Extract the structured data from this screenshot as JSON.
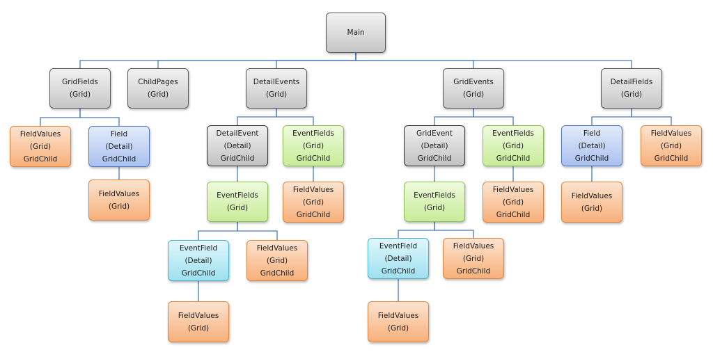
{
  "nodes": {
    "main": {
      "lines": [
        "Main"
      ],
      "style": "gray"
    },
    "gridfields": {
      "lines": [
        "GridFields",
        "(Grid)"
      ],
      "style": "gray"
    },
    "childpages": {
      "lines": [
        "ChildPages",
        "(Grid)"
      ],
      "style": "gray"
    },
    "detailevents": {
      "lines": [
        "DetailEvents",
        "(Grid)"
      ],
      "style": "gray"
    },
    "gridevents": {
      "lines": [
        "GridEvents",
        "(Grid)"
      ],
      "style": "gray"
    },
    "detailfields": {
      "lines": [
        "DetailFields",
        "(Grid)"
      ],
      "style": "gray"
    },
    "gf_fieldvalues": {
      "lines": [
        "FieldValues",
        "(Grid)",
        "GridChild"
      ],
      "style": "orange"
    },
    "gf_field": {
      "lines": [
        "Field",
        "(Detail)",
        "GridChild"
      ],
      "style": "blue"
    },
    "gf_field_fv": {
      "lines": [
        "FieldValues",
        "(Grid)"
      ],
      "style": "orange"
    },
    "de_detailevent": {
      "lines": [
        "DetailEvent",
        "(Detail)",
        "GridChild"
      ],
      "style": "dgray"
    },
    "de_eventfields": {
      "lines": [
        "EventFields",
        "(Grid)",
        "GridChild"
      ],
      "style": "green"
    },
    "de_ev_eventfields": {
      "lines": [
        "EventFields",
        "(Grid)"
      ],
      "style": "green"
    },
    "de_ef_fieldvalues": {
      "lines": [
        "FieldValues",
        "(Grid)",
        "GridChild"
      ],
      "style": "orange"
    },
    "de_eventfield": {
      "lines": [
        "EventField",
        "(Detail)",
        "GridChild"
      ],
      "style": "cyan"
    },
    "de_efs_fv": {
      "lines": [
        "FieldValues",
        "(Grid)",
        "GridChild"
      ],
      "style": "orange"
    },
    "de_efd_fv": {
      "lines": [
        "FieldValues",
        "(Grid)"
      ],
      "style": "orange"
    },
    "ge_gridevent": {
      "lines": [
        "GridEvent",
        "(Detail)",
        "GridChild"
      ],
      "style": "dgray"
    },
    "ge_eventfields": {
      "lines": [
        "EventFields",
        "(Grid)",
        "GridChild"
      ],
      "style": "green"
    },
    "ge_ev_eventfields": {
      "lines": [
        "EventFields",
        "(Grid)"
      ],
      "style": "green"
    },
    "ge_ef_fieldvalues": {
      "lines": [
        "FieldValues",
        "(Grid)",
        "GridChild"
      ],
      "style": "orange"
    },
    "ge_eventfield": {
      "lines": [
        "EventField",
        "(Detail)",
        "GridChild"
      ],
      "style": "cyan"
    },
    "ge_efs_fv": {
      "lines": [
        "FieldValues",
        "(Grid)",
        "GridChild"
      ],
      "style": "orange"
    },
    "ge_efd_fv": {
      "lines": [
        "FieldValues",
        "(Grid)"
      ],
      "style": "orange"
    },
    "df_field": {
      "lines": [
        "Field",
        "(Detail)",
        "GridChild"
      ],
      "style": "blue"
    },
    "df_fieldvalues": {
      "lines": [
        "FieldValues",
        "(Grid)",
        "GridChild"
      ],
      "style": "orange"
    },
    "df_field_fv": {
      "lines": [
        "FieldValues",
        "(Grid)"
      ],
      "style": "orange"
    }
  },
  "edges": [
    [
      "main",
      "gridfields"
    ],
    [
      "main",
      "childpages"
    ],
    [
      "main",
      "detailevents"
    ],
    [
      "main",
      "gridevents"
    ],
    [
      "main",
      "detailfields"
    ],
    [
      "gridfields",
      "gf_fieldvalues"
    ],
    [
      "gridfields",
      "gf_field"
    ],
    [
      "gf_field",
      "gf_field_fv"
    ],
    [
      "detailevents",
      "de_detailevent"
    ],
    [
      "detailevents",
      "de_eventfields"
    ],
    [
      "de_detailevent",
      "de_ev_eventfields"
    ],
    [
      "de_eventfields",
      "de_ef_fieldvalues"
    ],
    [
      "de_ev_eventfields",
      "de_eventfield"
    ],
    [
      "de_ev_eventfields",
      "de_efs_fv"
    ],
    [
      "de_eventfield",
      "de_efd_fv"
    ],
    [
      "gridevents",
      "ge_gridevent"
    ],
    [
      "gridevents",
      "ge_eventfields"
    ],
    [
      "ge_gridevent",
      "ge_ev_eventfields"
    ],
    [
      "ge_eventfields",
      "ge_ef_fieldvalues"
    ],
    [
      "ge_ev_eventfields",
      "ge_eventfield"
    ],
    [
      "ge_ev_eventfields",
      "ge_efs_fv"
    ],
    [
      "ge_eventfield",
      "ge_efd_fv"
    ],
    [
      "detailfields",
      "df_field"
    ],
    [
      "detailfields",
      "df_fieldvalues"
    ],
    [
      "df_field",
      "df_field_fv"
    ]
  ],
  "colors": {
    "connector": "#4a78b8"
  }
}
